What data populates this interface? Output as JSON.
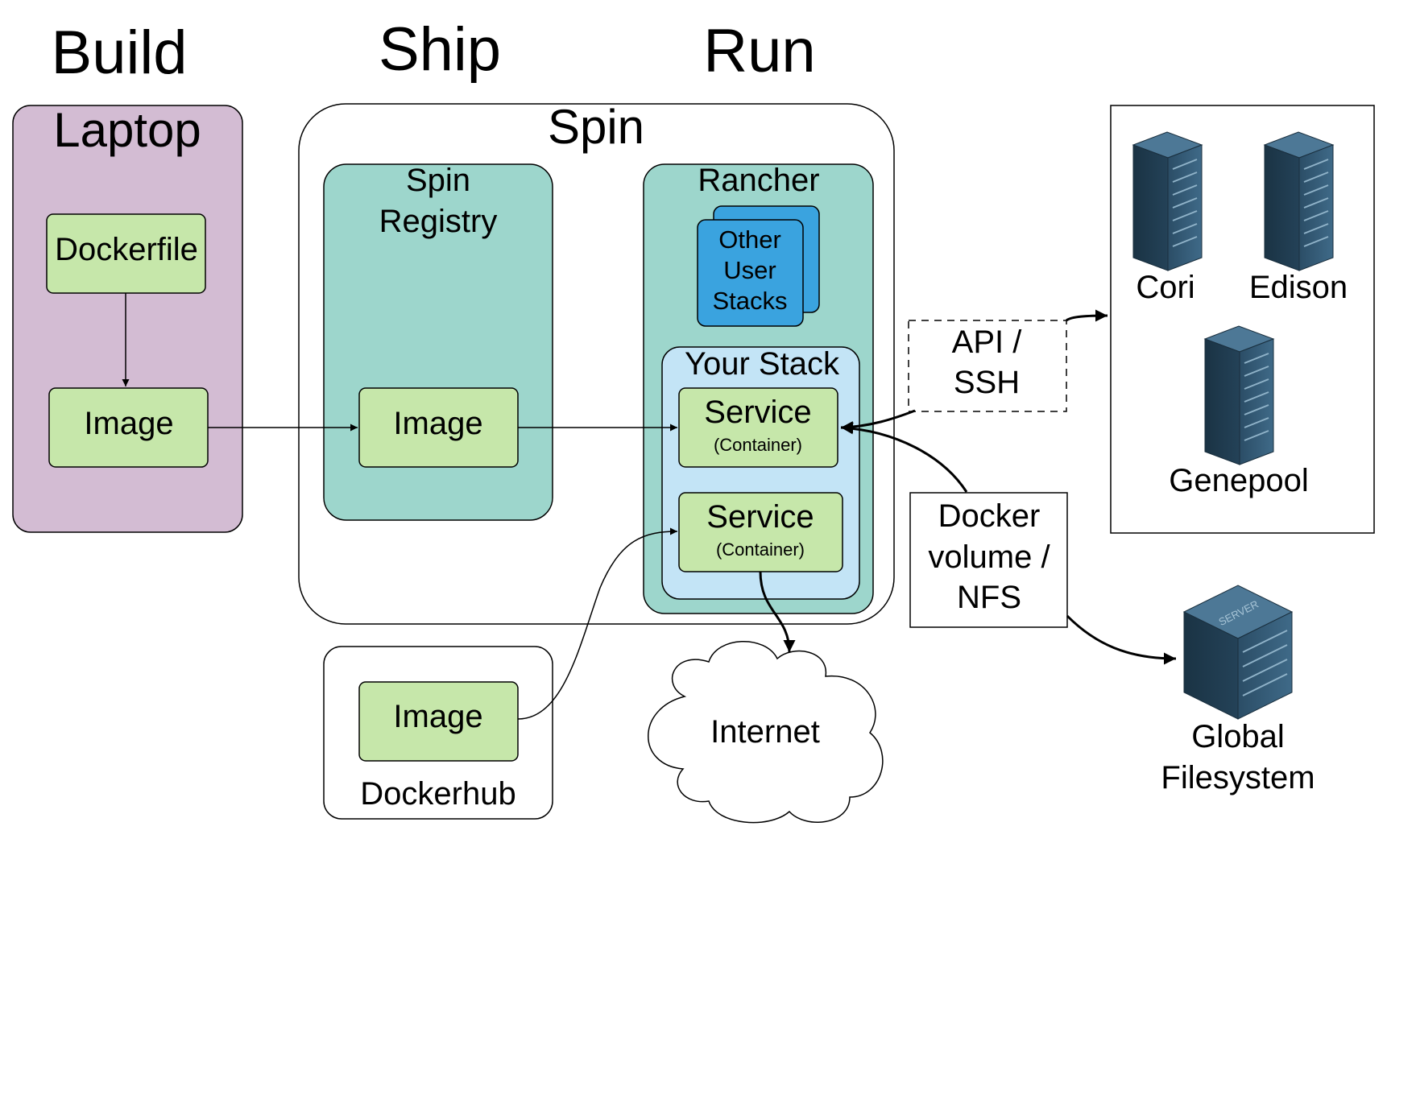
{
  "phases": {
    "build": "Build",
    "ship": "Ship",
    "run": "Run"
  },
  "laptop": {
    "title": "Laptop",
    "dockerfile": "Dockerfile",
    "image": "Image"
  },
  "spin": {
    "title": "Spin",
    "registry": {
      "title_line1": "Spin",
      "title_line2": "Registry",
      "image": "Image"
    },
    "rancher": {
      "title": "Rancher",
      "other_stacks": [
        "Other",
        "User",
        "Stacks"
      ],
      "your_stack": {
        "title": "Your Stack",
        "services": [
          {
            "name": "Service",
            "sub": "(Container)"
          },
          {
            "name": "Service",
            "sub": "(Container)"
          }
        ]
      }
    }
  },
  "dockerhub": {
    "title": "Dockerhub",
    "image": "Image"
  },
  "internet": {
    "label": "Internet"
  },
  "api_ssh": {
    "line1": "API /",
    "line2": "SSH"
  },
  "docker_volume": {
    "line1": "Docker",
    "line2": "volume /",
    "line3": "NFS"
  },
  "hpc": {
    "servers": [
      "Cori",
      "Edison",
      "Genepool"
    ]
  },
  "global_fs": {
    "line1": "Global",
    "line2": "Filesystem",
    "plate": "SERVER"
  },
  "colors": {
    "laptop_bg": "#d3bcd3",
    "teal_bg": "#9dd6cc",
    "stack_bg": "#c3e4f6",
    "component_bg": "#c6e7aa",
    "other_stacks_bg": "#3aa3df",
    "server_dark": "#1f3a4e"
  }
}
